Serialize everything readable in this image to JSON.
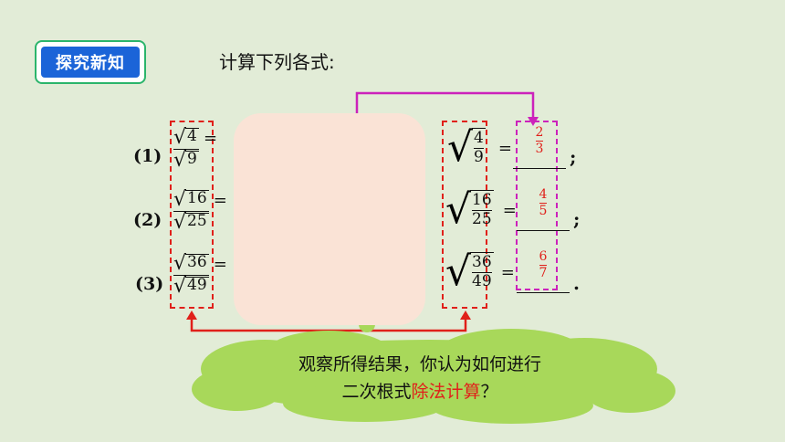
{
  "badge": {
    "label": "探究新知"
  },
  "instruction": "计算下列各式:",
  "rows": [
    {
      "label": "(1)",
      "num": "4",
      "den": "9",
      "ans_num": "2",
      "ans_den": "3",
      "end": ";"
    },
    {
      "label": "(2)",
      "num": "16",
      "den": "25",
      "ans_num": "4",
      "ans_den": "5",
      "end": ";"
    },
    {
      "label": "(3)",
      "num": "36",
      "den": "49",
      "ans_num": "6",
      "ans_den": "7",
      "end": "."
    }
  ],
  "equals": "=",
  "thought": {
    "line1": "观察所得结果，你认为如何进行",
    "line2_a": "二次根式",
    "line2_highlight": "除法计算",
    "line2_b": "？"
  },
  "colors": {
    "background": "#e2ecd7",
    "badge": "#1b64d8",
    "highlight": "#e0201a",
    "arrow_red": "#e0201a",
    "arrow_magenta": "#cc22bb",
    "cloud": "#a8d85a",
    "box": "#fae3d6"
  }
}
